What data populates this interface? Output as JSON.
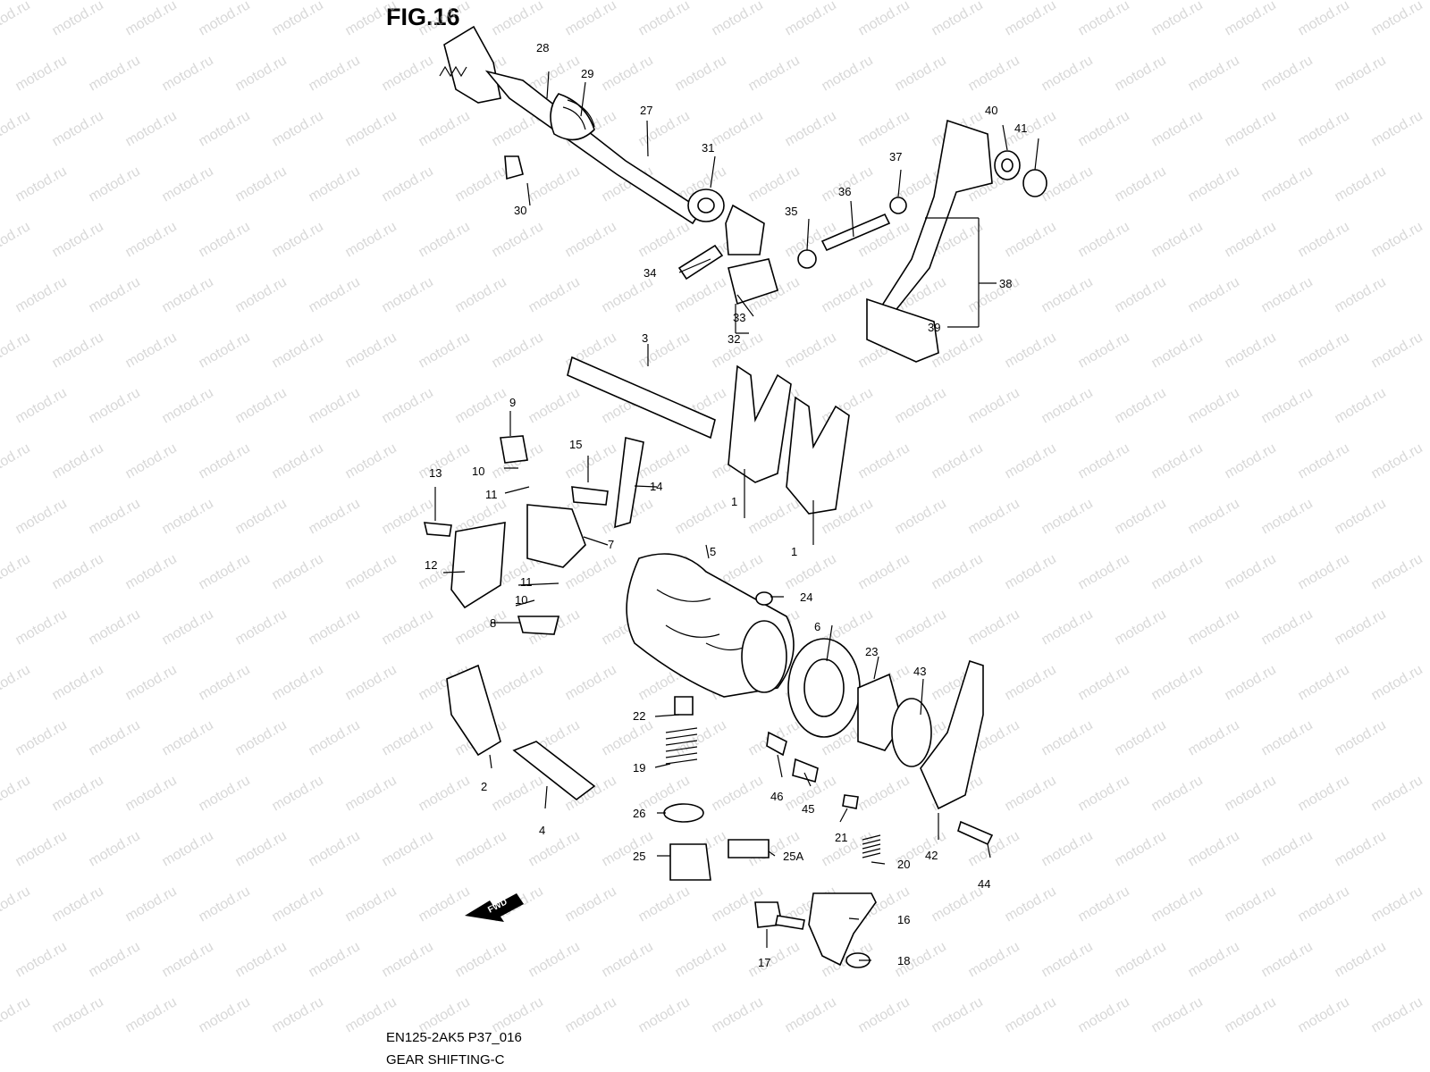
{
  "figure": {
    "title": "FIG.16",
    "model_code": "EN125-2AK5 P37_016",
    "section_name": "GEAR SHIFTING-C"
  },
  "watermark": "motod.ru",
  "fwd_badge": "FWD",
  "callouts": [
    "1",
    "1",
    "2",
    "3",
    "4",
    "5",
    "6",
    "7",
    "8",
    "9",
    "10",
    "10",
    "11",
    "11",
    "12",
    "13",
    "14",
    "15",
    "16",
    "17",
    "18",
    "19",
    "20",
    "21",
    "22",
    "23",
    "24",
    "25",
    "25A",
    "26",
    "27",
    "28",
    "29",
    "30",
    "31",
    "32",
    "33",
    "34",
    "35",
    "36",
    "37",
    "38",
    "39",
    "40",
    "41",
    "42",
    "43",
    "44",
    "45",
    "46"
  ]
}
